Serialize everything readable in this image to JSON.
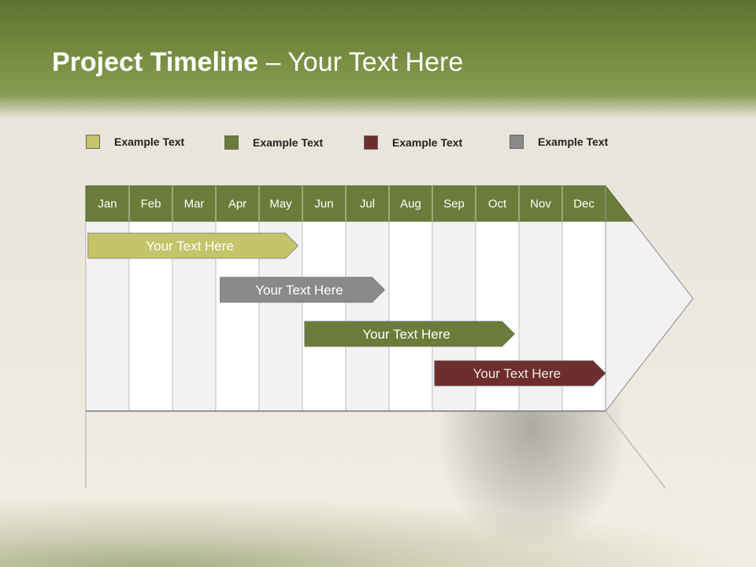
{
  "slide": {
    "title_bold": "Project Timeline",
    "title_rest": " – Your Text Here"
  },
  "legend": [
    {
      "label": "Example Text",
      "color": "#c4c46a"
    },
    {
      "label": "Example Text",
      "color": "#6b7c3a"
    },
    {
      "label": "Example Text",
      "color": "#6e2e2e"
    },
    {
      "label": "Example Text",
      "color": "#8a8a8a"
    }
  ],
  "chart_data": {
    "type": "gantt",
    "categories": [
      "Jan",
      "Feb",
      "Mar",
      "Apr",
      "May",
      "Jun",
      "Jul",
      "Aug",
      "Sep",
      "Oct",
      "Nov",
      "Dec"
    ],
    "tasks": [
      {
        "label": "Your  Text Here",
        "start_month": 1.05,
        "end_month": 4.9,
        "color": "#c4c46a",
        "text_color": "#ffffff"
      },
      {
        "label": "Your  Text Here",
        "start_month": 4.1,
        "end_month": 6.9,
        "color": "#8a8a8a",
        "text_color": "#ffffff"
      },
      {
        "label": "Your  Text Here",
        "start_month": 6.05,
        "end_month": 9.9,
        "color": "#6b7c3a",
        "text_color": "#ffffff"
      },
      {
        "label": "Your  Text Here",
        "start_month": 9.05,
        "end_month": 12.0,
        "color": "#6e2e2e",
        "text_color": "#f0e8e8"
      }
    ],
    "colors": {
      "header": "#6b7c3a",
      "header_text": "#ffffff",
      "column_even": "#f2f2f2",
      "column_odd": "#ffffff",
      "grid": "#b5b5b5"
    }
  }
}
